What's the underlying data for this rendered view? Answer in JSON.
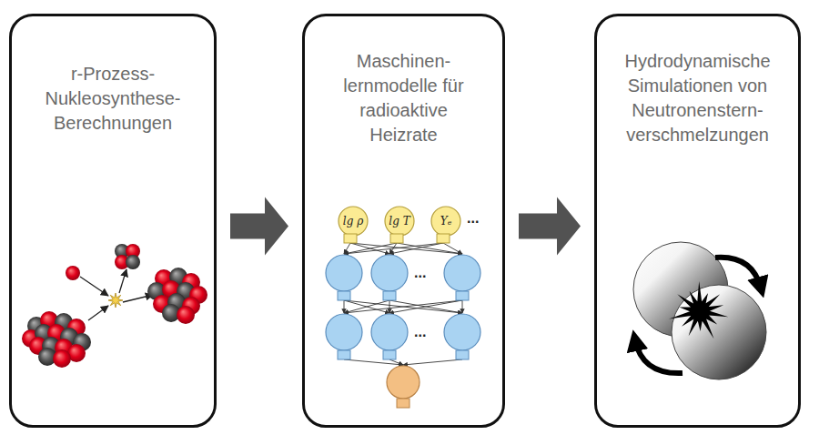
{
  "diagram": {
    "nodes": [
      {
        "text": [
          "r-Prozess- Nukleosynthese- Berechnungen"
        ]
      },
      {
        "text": [
          "Maschinen- lernmodelle für radioaktive Heizrate"
        ]
      },
      {
        "text": [
          "lg ρ"
        ],
        "in": 1
      },
      {
        "text": [
          "lg T"
        ],
        "in": 1
      },
      {
        "text": [
          "Yₑ"
        ],
        "in": 1
      },
      {
        "text": [
          "Hydrodynamische Simulationen von Neutronenstern- verschmelzungen"
        ]
      }
    ],
    "edges": [
      {
        "from": 0,
        "to": 1,
        "arrow": "to"
      },
      {
        "from": 1,
        "to": 5,
        "arrow": "to"
      }
    ],
    "labels": [
      "...",
      "...",
      "..."
    ]
  }
}
